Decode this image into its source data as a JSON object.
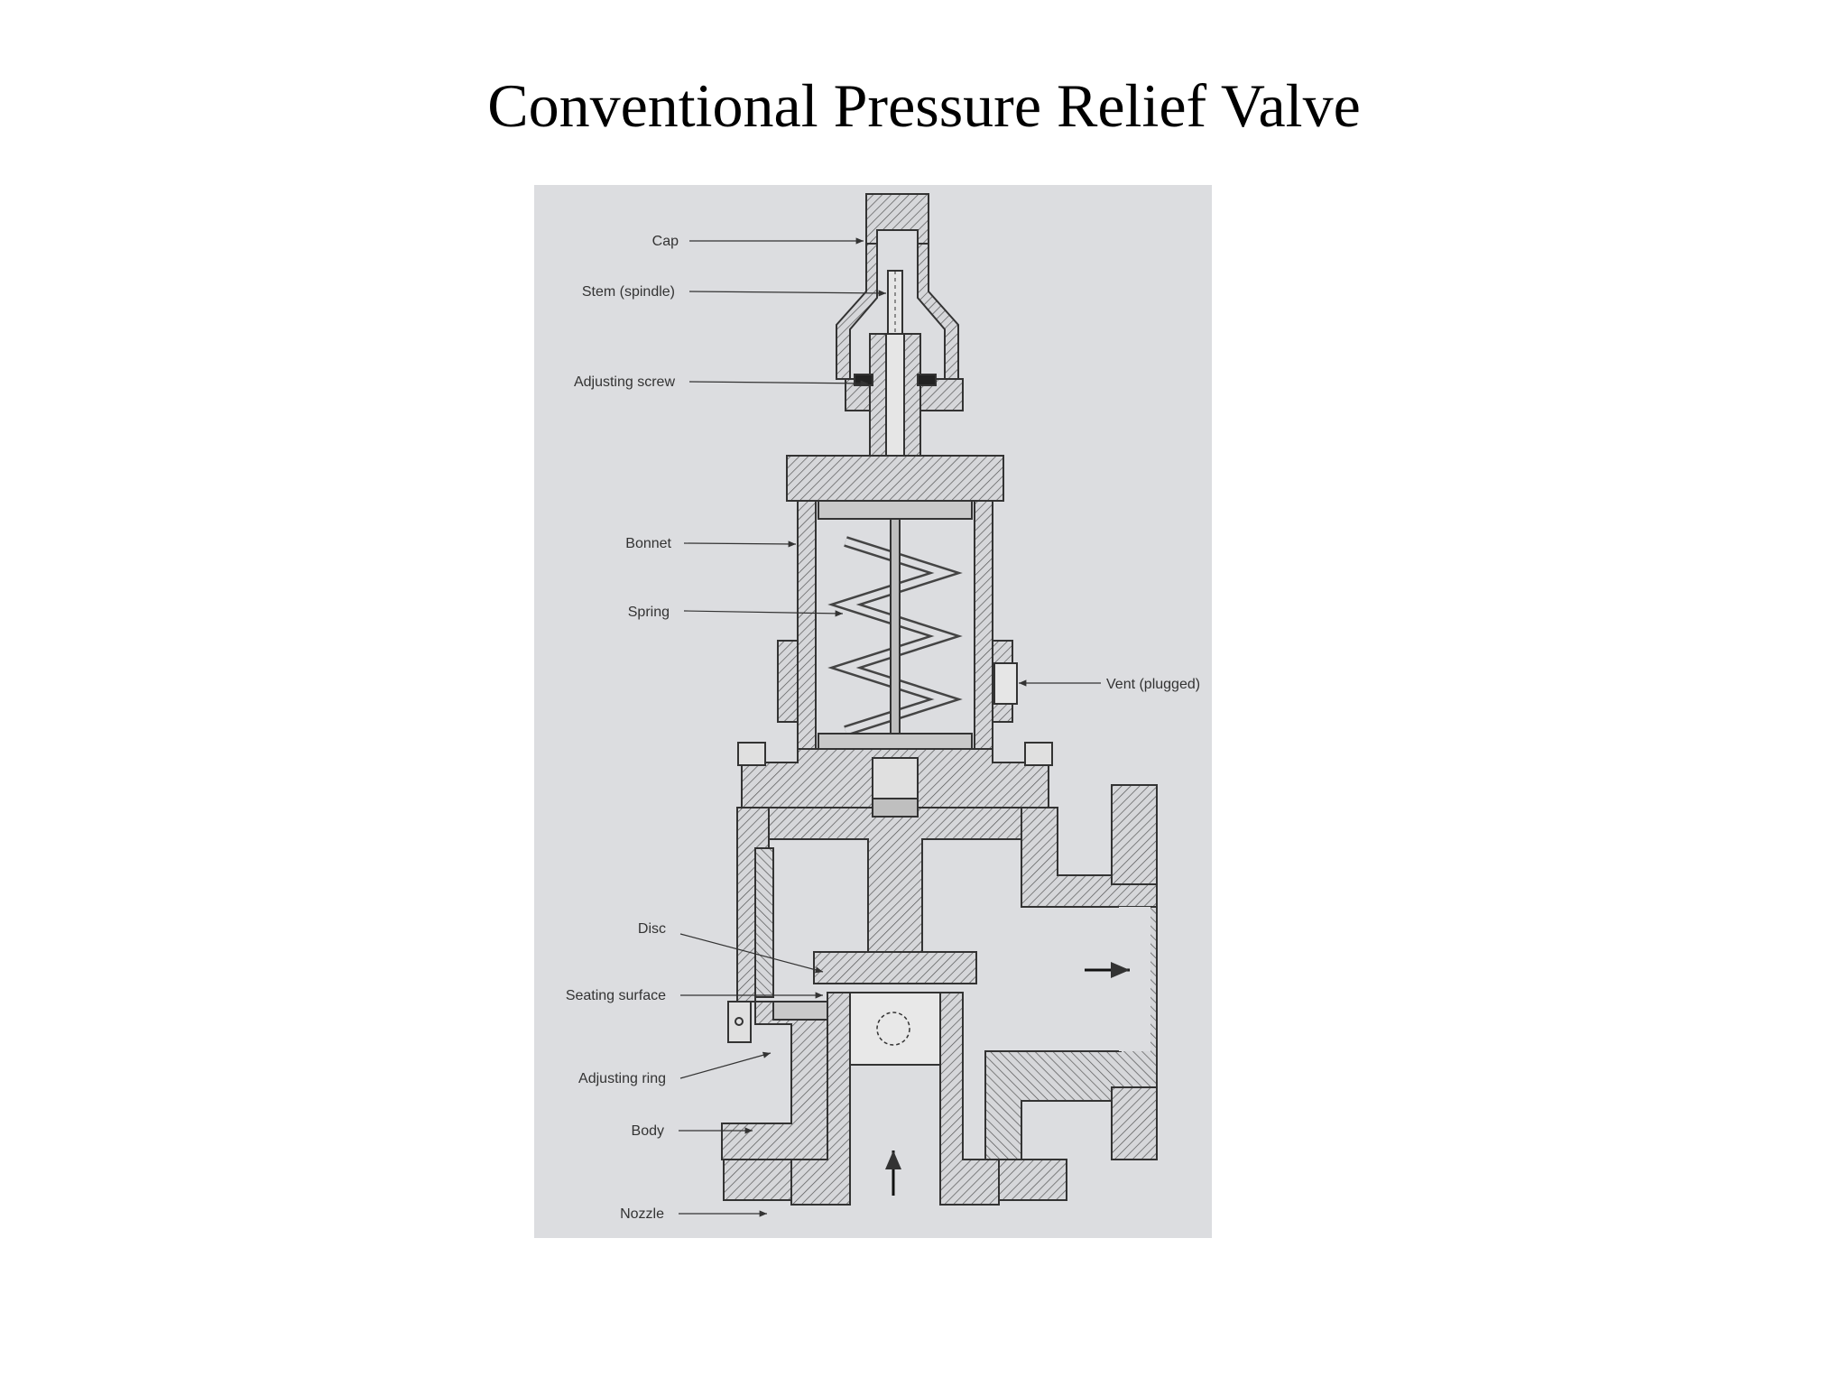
{
  "title": "Conventional Pressure Relief Valve",
  "diagram": {
    "labels": {
      "cap": "Cap",
      "stem": "Stem (spindle)",
      "adjusting_screw": "Adjusting screw",
      "bonnet": "Bonnet",
      "spring": "Spring",
      "vent": "Vent (plugged)",
      "disc": "Disc",
      "seating_surface": "Seating surface",
      "adjusting_ring": "Adjusting ring",
      "body": "Body",
      "nozzle": "Nozzle"
    }
  },
  "colors": {
    "page_background": "#ffffff",
    "figure_background": "#dcdde0",
    "line": "#333333",
    "hatch": "#555555"
  }
}
